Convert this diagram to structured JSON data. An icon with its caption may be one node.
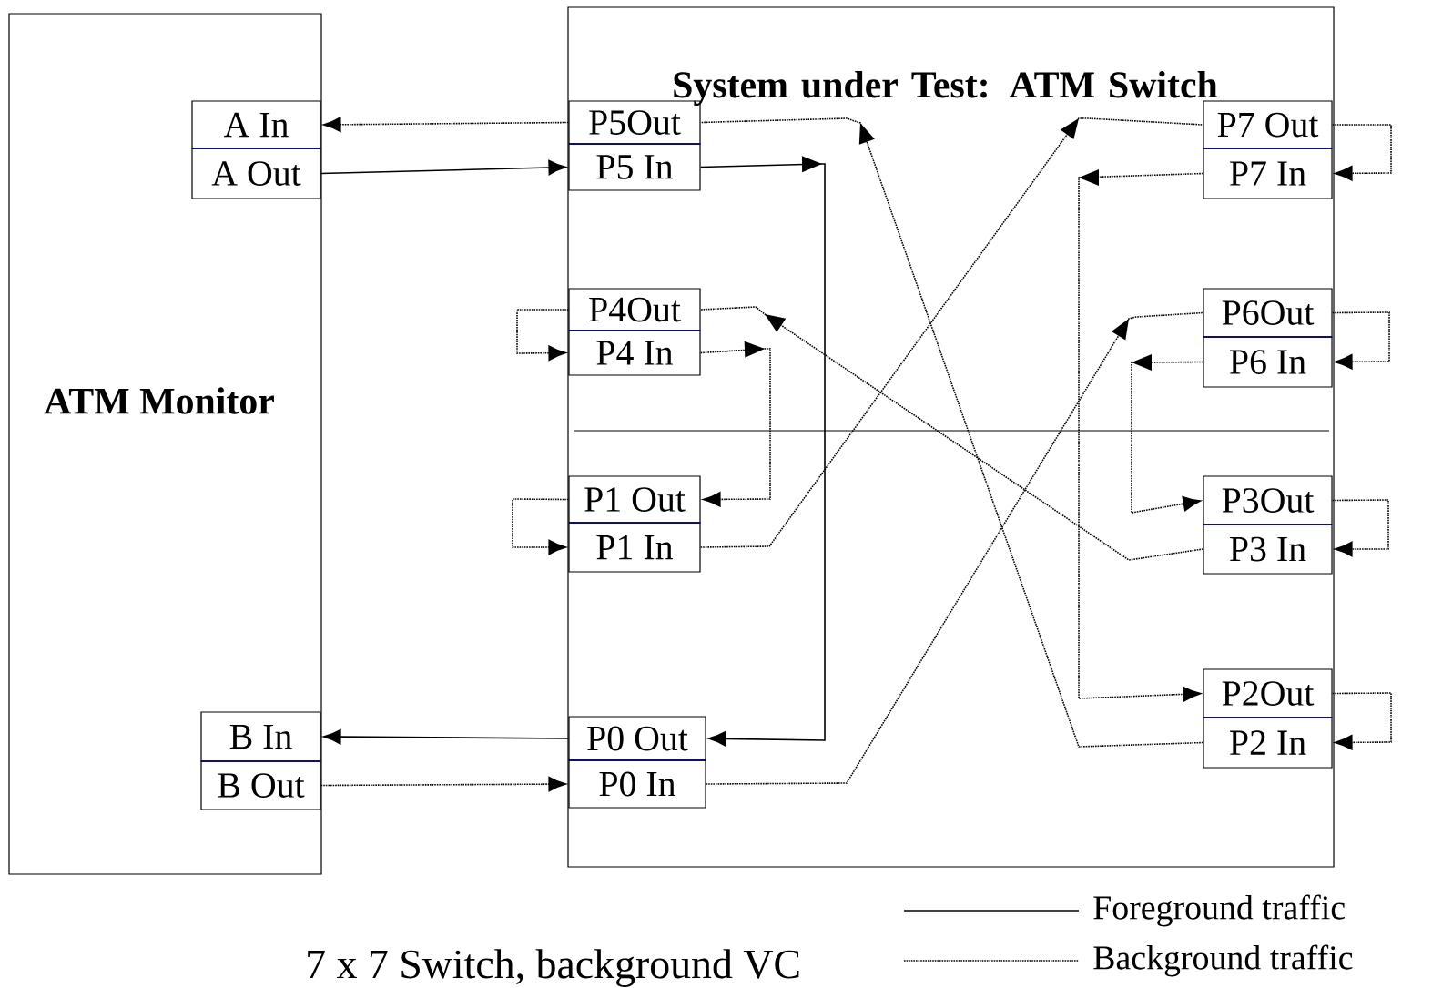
{
  "diagram": {
    "caption": "7 x 7 Switch, background VC",
    "nodes": [
      {
        "text": [
          "ATM Monitor"
        ]
      },
      {
        "text": [
          "A In"
        ],
        "in": 0
      },
      {
        "text": [
          "A Out"
        ],
        "in": 0
      },
      {
        "text": [
          "B In"
        ],
        "in": 0
      },
      {
        "text": [
          "B Out"
        ],
        "in": 0
      },
      {
        "text": [
          "System under Test: ATM Switch"
        ]
      },
      {
        "text": [
          "P5Out"
        ],
        "in": 5
      },
      {
        "text": [
          "P5 In"
        ],
        "in": 5
      },
      {
        "text": [
          "P4Out"
        ],
        "in": 5
      },
      {
        "text": [
          "P4 In"
        ],
        "in": 5
      },
      {
        "text": [
          "P1 Out"
        ],
        "in": 5
      },
      {
        "text": [
          "P1 In"
        ],
        "in": 5
      },
      {
        "text": [
          "P0 Out"
        ],
        "in": 5
      },
      {
        "text": [
          "P0 In"
        ],
        "in": 5
      },
      {
        "text": [
          "P7 Out"
        ],
        "in": 5
      },
      {
        "text": [
          "P7 In"
        ],
        "in": 5
      },
      {
        "text": [
          "P6Out"
        ],
        "in": 5
      },
      {
        "text": [
          "P6 In"
        ],
        "in": 5
      },
      {
        "text": [
          "P3Out"
        ],
        "in": 5
      },
      {
        "text": [
          "P3 In"
        ],
        "in": 5
      },
      {
        "text": [
          "P2Out"
        ],
        "in": 5
      },
      {
        "text": [
          "P2 In"
        ],
        "in": 5
      }
    ],
    "edges": [
      {
        "from": 6,
        "to": 1,
        "arrow": "to",
        "style": "dashed"
      },
      {
        "from": 2,
        "to": 7,
        "arrow": "to"
      },
      {
        "from": 7,
        "to": 12,
        "arrow": "to"
      },
      {
        "from": 12,
        "to": 3,
        "arrow": "to"
      },
      {
        "from": 4,
        "to": 13,
        "arrow": "to",
        "style": "dashed"
      },
      {
        "from": 13,
        "to": 16,
        "arrow": "to",
        "style": "dashed"
      },
      {
        "from": 11,
        "to": 14,
        "arrow": "to",
        "style": "dashed"
      },
      {
        "from": 21,
        "to": 6,
        "arrow": "to",
        "style": "dashed"
      },
      {
        "from": 19,
        "to": 8,
        "arrow": "to",
        "style": "dashed"
      },
      {
        "from": 9,
        "to": 10,
        "arrow": "to",
        "style": "dashed"
      },
      {
        "from": 17,
        "to": 18,
        "arrow": "to",
        "style": "dashed"
      },
      {
        "from": 15,
        "to": 20,
        "arrow": "to",
        "style": "dashed"
      },
      {
        "from": 8,
        "to": 9,
        "arrow": "to",
        "style": "dashed"
      },
      {
        "from": 10,
        "to": 11,
        "arrow": "to",
        "style": "dashed"
      },
      {
        "from": 14,
        "to": 15,
        "arrow": "to",
        "style": "dashed"
      },
      {
        "from": 16,
        "to": 17,
        "arrow": "to",
        "style": "dashed"
      },
      {
        "from": 18,
        "to": 19,
        "arrow": "to",
        "style": "dashed"
      },
      {
        "from": 20,
        "to": 21,
        "arrow": "to",
        "style": "dashed"
      }
    ],
    "legend": [
      {
        "text": "Foreground traffic"
      },
      {
        "text": "Background traffic"
      }
    ]
  }
}
